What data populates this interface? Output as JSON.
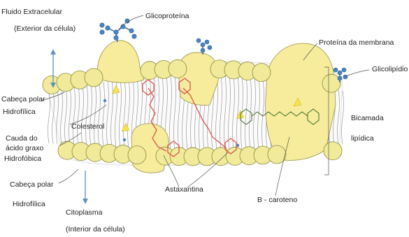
{
  "labels": {
    "extracellular_fluid": "Fluido Extracelular",
    "cell_exterior": "(Exterior da célula)",
    "glycoprotein": "Glicoproteína",
    "membrane_protein": "Proteína da membrana",
    "glycolipid": "Glicolipídio",
    "polar_head_top": "Cabeça polar",
    "hydrophilic_top": "Hidrofílica",
    "cholesterol": "Colesterol",
    "fatty_acid_tail_1": "Cauda do",
    "fatty_acid_tail_2": "ácido graxo",
    "hydrophobic": "Hidrofóbica",
    "bilayer_1": "Bicamada",
    "bilayer_2": "lipídica",
    "polar_head_bottom": "Cabeça polar",
    "hydrophilic_bottom": "Hidrofílica",
    "astaxanthin": "Astaxantina",
    "beta_carotene": "B - caroteno",
    "cytoplasm": "Citoplasma",
    "cell_interior": "(Interior da célula)"
  },
  "colors": {
    "lipid_head": "#f0ea9a",
    "protein": "#f6ec9c",
    "astaxanthin": "#d9534f",
    "beta_carotene": "#3f6a2a",
    "glycan": "#4a86c4",
    "arrow": "#5b8fc7"
  }
}
